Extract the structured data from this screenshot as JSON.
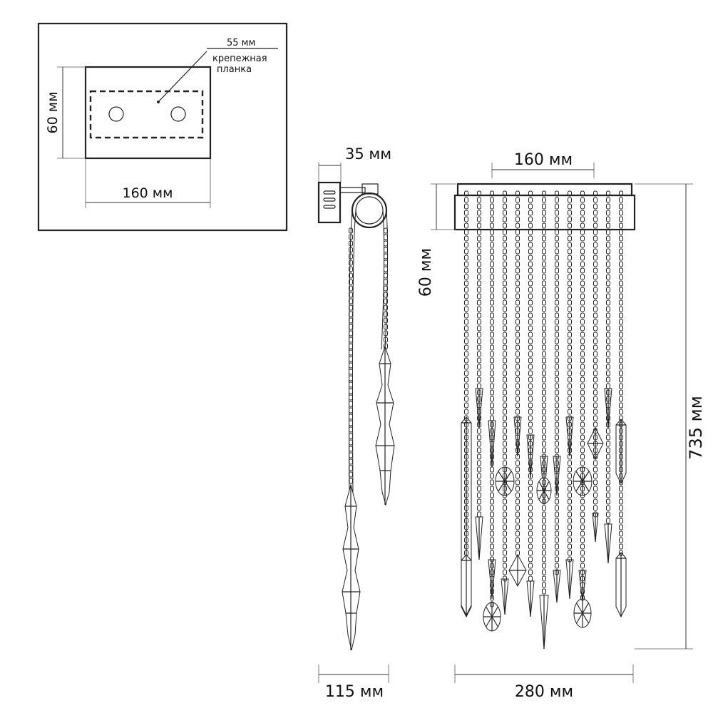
{
  "detail": {
    "note_size": "55 мм",
    "note_label_line1": "крепежная",
    "note_label_line2": "планка",
    "height": "60 мм",
    "width": "160 мм"
  },
  "side_view": {
    "arm_depth": "35 мм",
    "total_depth": "115 мм"
  },
  "front_view": {
    "plate_width": "160 мм",
    "canopy_height": "60 мм",
    "total_height": "735 мм",
    "total_width": "280 мм"
  }
}
